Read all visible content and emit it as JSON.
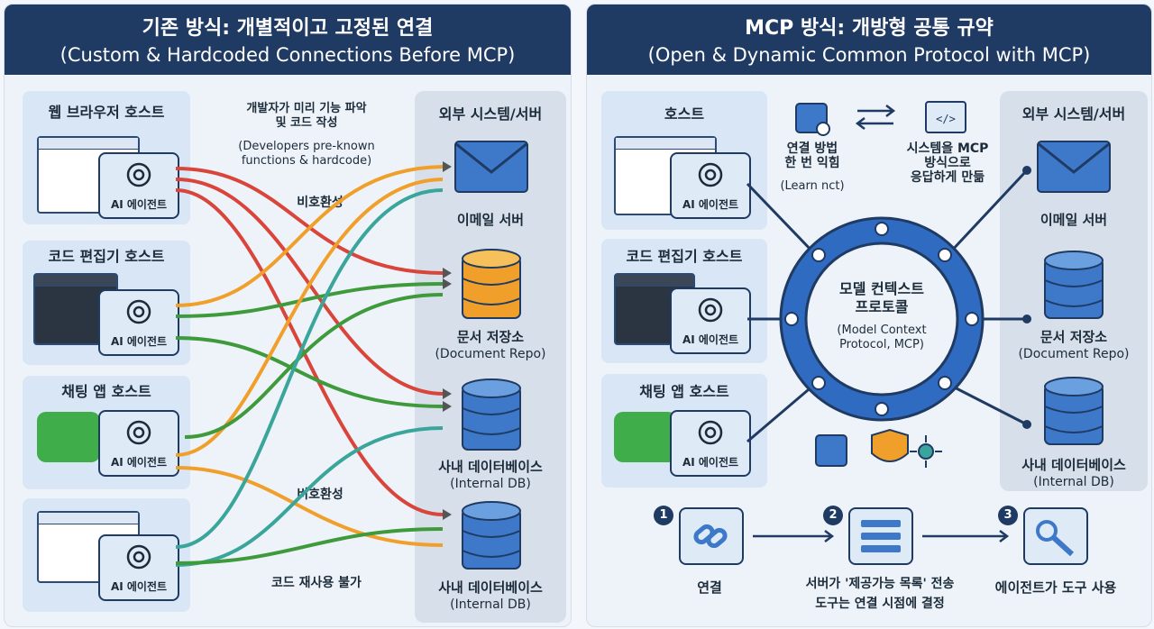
{
  "left": {
    "title": "기존 방식: 개별적이고 고정된 연결",
    "subtitle": "(Custom & Hardcoded Connections Before MCP)",
    "note_ko": "개발자가 미리 기능 파악\n및 코드 작성",
    "note_en": "(Developers pre-known\nfunctions & hardcode)",
    "incompat1": "비호환성",
    "incompat2": "비호환성",
    "no_reuse": "코드 재사용 불가",
    "hosts": [
      "웹 브라우저 호스트",
      "코드 편집기 호스트",
      "채팅 앱 호스트",
      ""
    ],
    "agent_label": "AI 에이전트",
    "ext_title": "외부 시스템/서버",
    "systems": [
      {
        "name": "이메일 서버",
        "sub": ""
      },
      {
        "name": "문서 저장소",
        "sub": "(Document Repo)"
      },
      {
        "name": "사내 데이터베이스",
        "sub": "(Internal DB)"
      },
      {
        "name": "사내 데이터베이스",
        "sub": "(Internal DB)"
      }
    ]
  },
  "right": {
    "title": "MCP 방식: 개방형 공통 규약",
    "subtitle": "(Open & Dynamic Common Protocol with MCP)",
    "hosts": [
      "호스트",
      "코드 편집기 호스트",
      "채팅 앱 호스트"
    ],
    "agent_label": "AI 에이전트",
    "learn_ko": "연결 방법\n한 번 익힘",
    "learn_en": "(Learn nct)",
    "respond": "시스템을 MCP\n방식으로\n응답하게 만듦",
    "hub_ko": "모델 컨텍스트\n프로토콜",
    "hub_en": "(Model Context\nProtocol, MCP)",
    "ext_title": "외부 시스템/서버",
    "systems": [
      {
        "name": "이메일 서버",
        "sub": ""
      },
      {
        "name": "문서 저장소",
        "sub": "(Document Repo)"
      },
      {
        "name": "사내 데이터베이스",
        "sub": "(Internal DB)"
      }
    ],
    "steps": [
      {
        "num": "1",
        "label": "연결"
      },
      {
        "num": "2",
        "label": "서버가 '제공가능 목록' 전송\n도구는 연결 시점에 결정"
      },
      {
        "num": "3",
        "label": "에이전트가 도구 사용"
      }
    ]
  },
  "colors": {
    "navy": "#1f3a63",
    "red": "#d9453a",
    "orange": "#f0a02a",
    "green": "#3f9a3c",
    "teal": "#3aa59a",
    "blue": "#3d78c9"
  }
}
